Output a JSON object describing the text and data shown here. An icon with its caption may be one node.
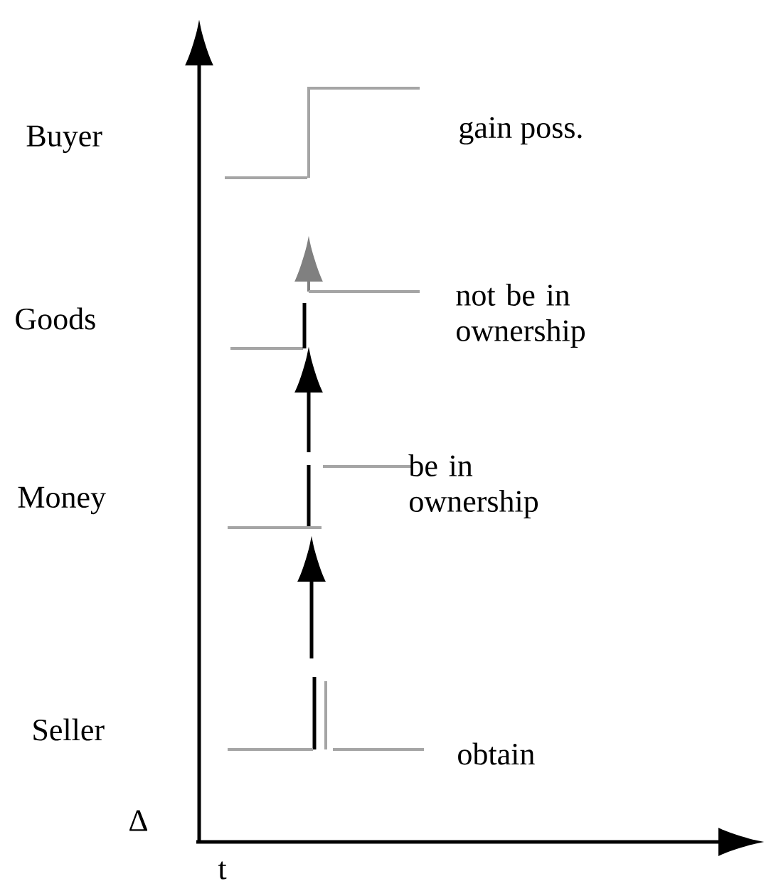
{
  "diagram": {
    "labels": [
      "Buyer",
      "gain poss.",
      "Goods",
      "not be in ownership",
      "be in ownership",
      "Money",
      "Seller",
      "obtain",
      "Δ",
      "t"
    ]
  }
}
